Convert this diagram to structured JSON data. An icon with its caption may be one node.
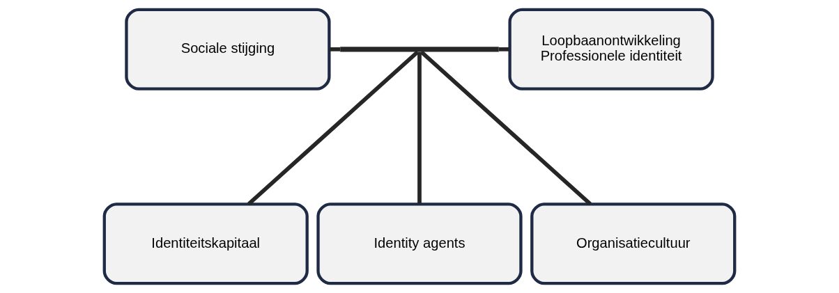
{
  "diagram": {
    "nodes": [
      {
        "text": [
          "Sociale stijging"
        ]
      },
      {
        "text": [],
        "shape": "bar"
      },
      {
        "text": [
          "Loopbaanontwikkeling",
          "Professionele identiteit"
        ]
      },
      {
        "text": [
          "Identiteitskapitaal"
        ]
      },
      {
        "text": [
          "Identity agents"
        ]
      },
      {
        "text": [
          "Organisatiecultuur"
        ]
      }
    ],
    "edges": [
      {
        "from": 0,
        "to": 1,
        "arrow": "none"
      },
      {
        "from": 1,
        "to": 2,
        "arrow": "none"
      },
      {
        "from": 1,
        "to": 3,
        "arrow": "none"
      },
      {
        "from": 1,
        "to": 4,
        "arrow": "none"
      },
      {
        "from": 1,
        "to": 5,
        "arrow": "none"
      }
    ]
  }
}
